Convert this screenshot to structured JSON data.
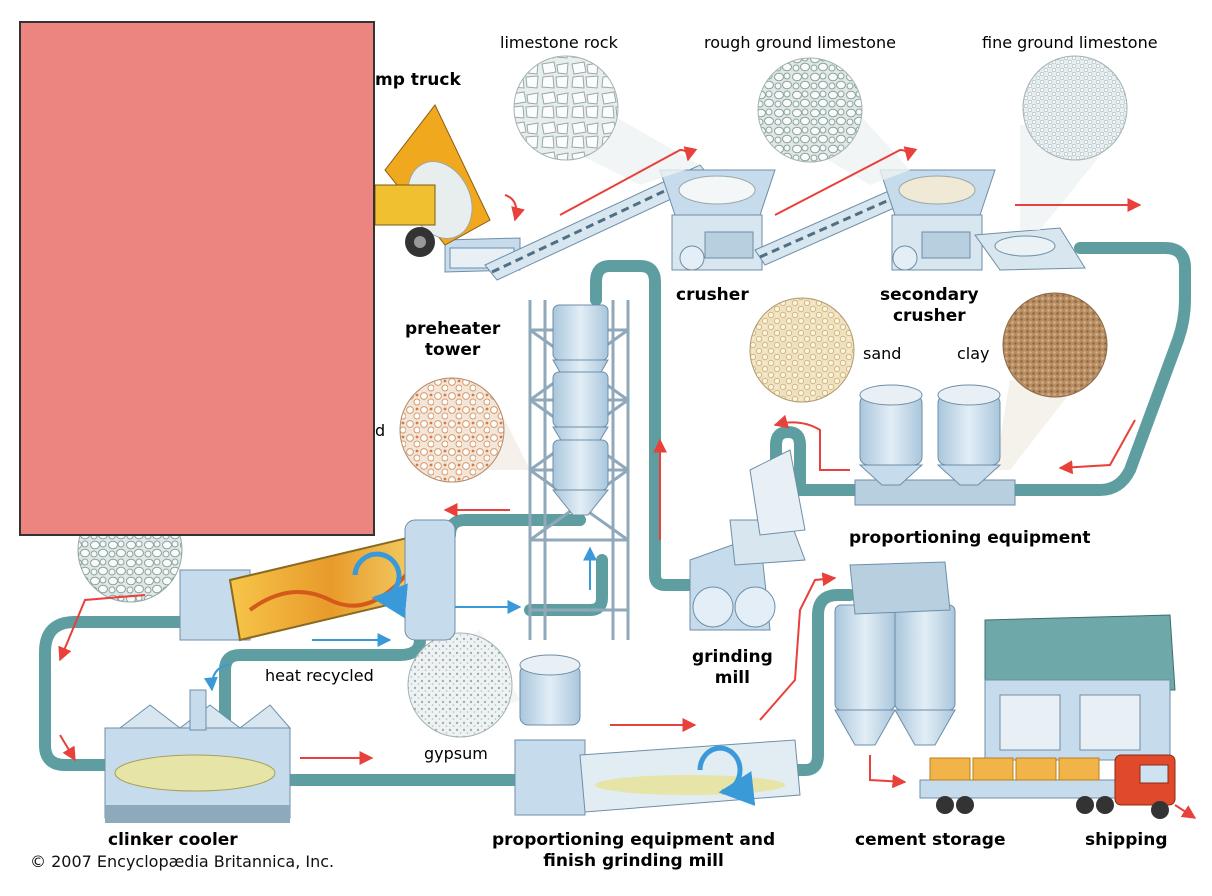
{
  "labels": {
    "limestone_rock": "limestone rock",
    "rough_ground_limestone": "rough ground limestone",
    "fine_ground_limestone": "fine ground limestone",
    "dump_truck": "mp truck",
    "crusher": "crusher",
    "secondary_crusher": [
      "secondary",
      "crusher"
    ],
    "preheater_tower": [
      "preheater",
      "tower"
    ],
    "sand": "sand",
    "clay": "clay",
    "partial_d": "d",
    "proportioning_equipment": "proportioning equipment",
    "grinding_mill": [
      "grinding",
      "mill"
    ],
    "heat_recycled": "heat recycled",
    "gypsum": "gypsum",
    "clinker_cooler": "clinker cooler",
    "finish_mill": [
      "proportioning equipment and",
      "finish grinding mill"
    ],
    "cement_storage": "cement storage",
    "shipping": "shipping"
  },
  "copyright": "© 2007 Encyclopædia Britannica, Inc.",
  "colors": {
    "pipe": "#5f9ea0",
    "machine": "#c6dcec",
    "arrow": "#e8403a",
    "air_arrow": "#3a9ad9",
    "redaction": "#ec8480",
    "truck_yellow": "#f0a81e",
    "truck_red": "#e04a2a"
  }
}
